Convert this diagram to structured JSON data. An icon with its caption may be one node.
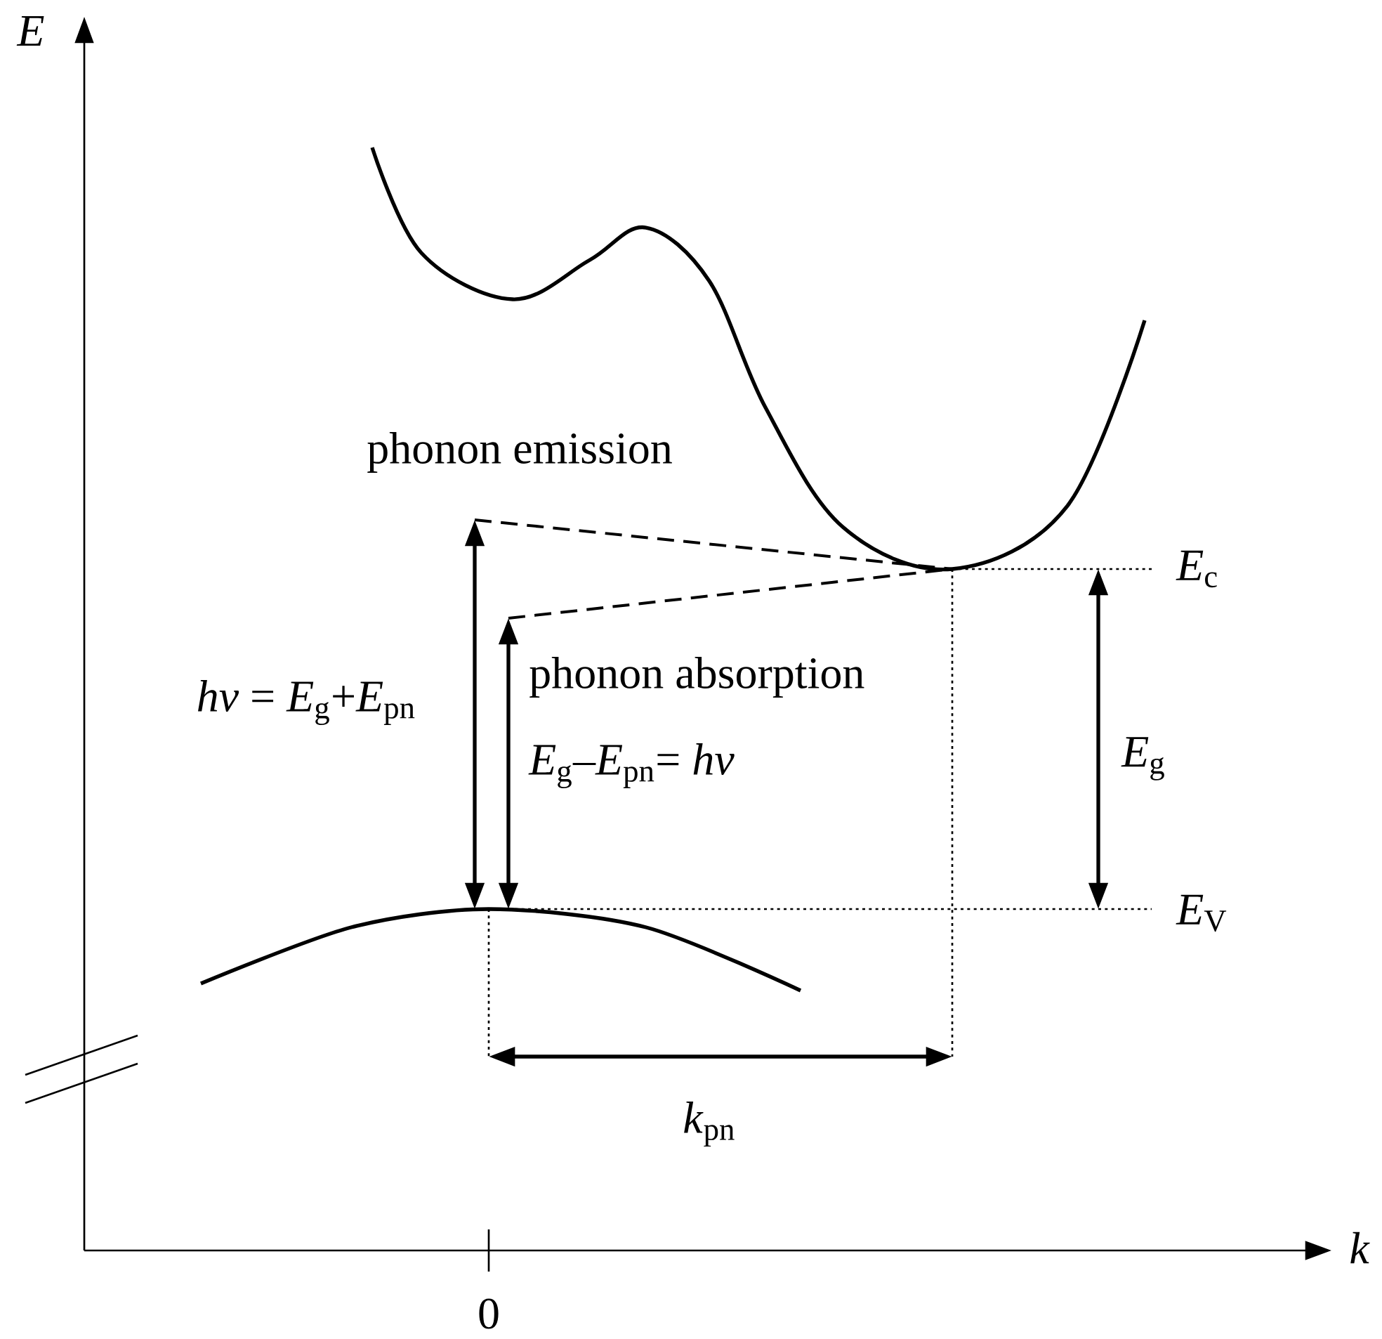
{
  "diagram": {
    "labels": [
      "*E*",
      "phonon emission",
      "*hν* = *E*$_{g}$+*E*$_{pn}$",
      "phonon absorption",
      "*E*$_{g}$–*E*$_{pn}$= *hν*",
      "*E*$_{c}$",
      "*E*$_{g}$",
      "*E*$_{V}$",
      "*k*$_{pn}$",
      "*k*",
      "0"
    ]
  }
}
